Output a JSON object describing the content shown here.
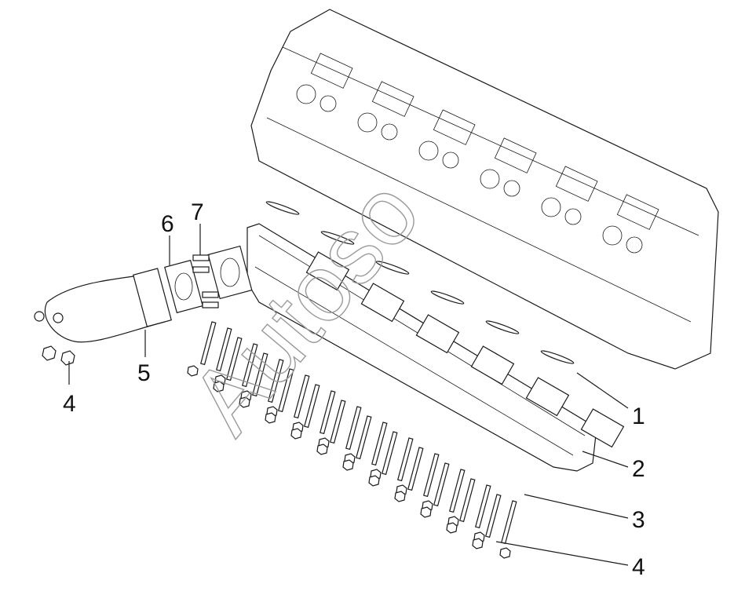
{
  "diagram": {
    "callouts": [
      {
        "id": "c1",
        "label": "1"
      },
      {
        "id": "c2",
        "label": "2"
      },
      {
        "id": "c3",
        "label": "3"
      },
      {
        "id": "c4a",
        "label": "4"
      },
      {
        "id": "c4b",
        "label": "4"
      },
      {
        "id": "c5",
        "label": "5"
      },
      {
        "id": "c6",
        "label": "6"
      },
      {
        "id": "c7",
        "label": "7"
      }
    ],
    "watermark": "Autoso"
  }
}
